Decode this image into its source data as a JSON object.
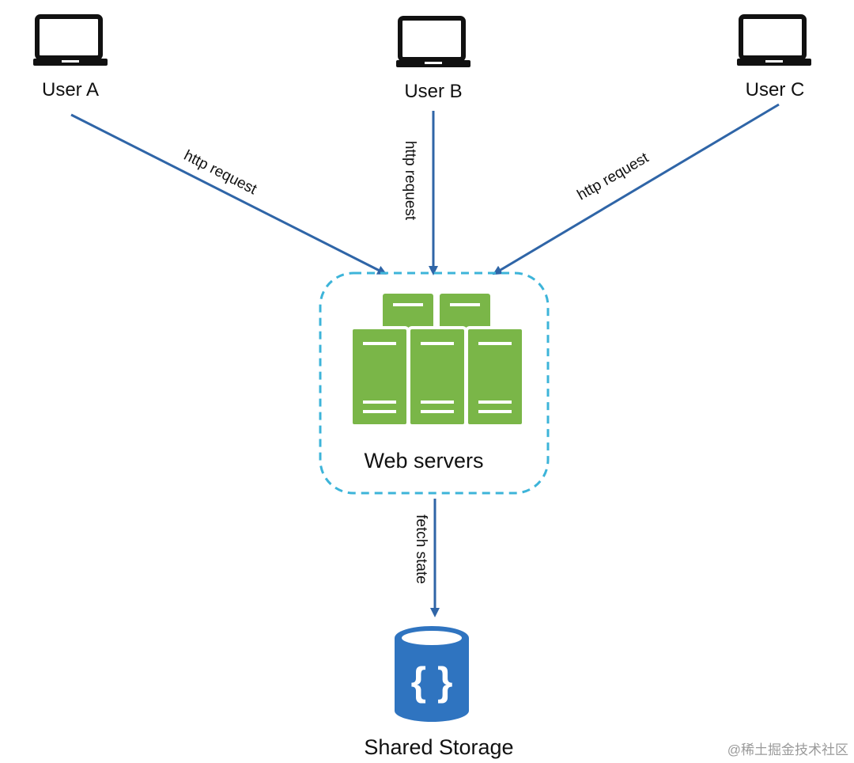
{
  "users": [
    {
      "label": "User A"
    },
    {
      "label": "User B"
    },
    {
      "label": "User C"
    }
  ],
  "edges": {
    "user_a": "http request",
    "user_b": "http request",
    "user_c": "http request",
    "storage": "fetch state"
  },
  "web_servers": {
    "label": "Web servers"
  },
  "shared_storage": {
    "label": "Shared Storage",
    "glyph": "{ }"
  },
  "watermark": "@稀土掘金技术社区",
  "colors": {
    "arrow": "#2f65a7",
    "dashed_border": "#3db4d9",
    "server_green": "#7ab648",
    "storage_blue": "#2f74c0",
    "laptop": "#111111"
  },
  "icons": {
    "laptop": "laptop-icon",
    "servers": "server-rack-icon",
    "storage": "database-icon"
  }
}
